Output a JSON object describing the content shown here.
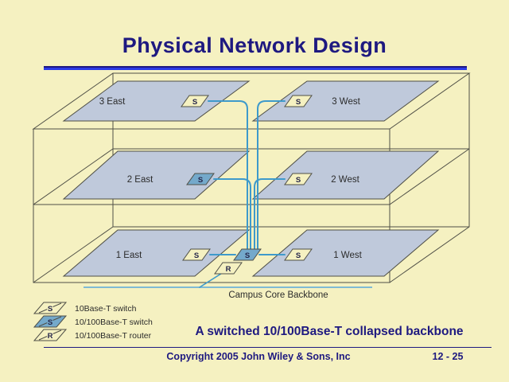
{
  "slide": {
    "title": "Physical Network Design",
    "caption": "A switched 10/100Base-T collapsed backbone",
    "footer": {
      "copyright": "Copyright 2005 John Wiley & Sons, Inc",
      "page_number": "12 - 25"
    }
  },
  "theme": {
    "background": "#F5F1C1",
    "title_color": "#1E1980",
    "underline_color": "#2B3AE6",
    "wire_color": "#4F4F46",
    "plate_fill": "#BFC9DB",
    "cable_color": "#3E9ACB",
    "backbone_color": "#7FBAD4",
    "switch_blue_fill": "#74A9CB",
    "label_color": "#2B2B2B"
  },
  "diagram": {
    "floors": [
      {
        "east_label": "3 East",
        "west_label": "3 West"
      },
      {
        "east_label": "2 East",
        "west_label": "2 West"
      },
      {
        "east_label": "1 East",
        "west_label": "1 West"
      }
    ],
    "switch_letter": "S",
    "router_letter": "R",
    "backbone_label": "Campus Core Backbone"
  },
  "legend": {
    "items": [
      {
        "symbol": "S",
        "style": "yellow",
        "label": "10Base-T switch"
      },
      {
        "symbol": "S",
        "style": "blue",
        "label": "10/100Base-T switch"
      },
      {
        "symbol": "R",
        "style": "yellow",
        "label": "10/100Base-T router"
      }
    ]
  }
}
